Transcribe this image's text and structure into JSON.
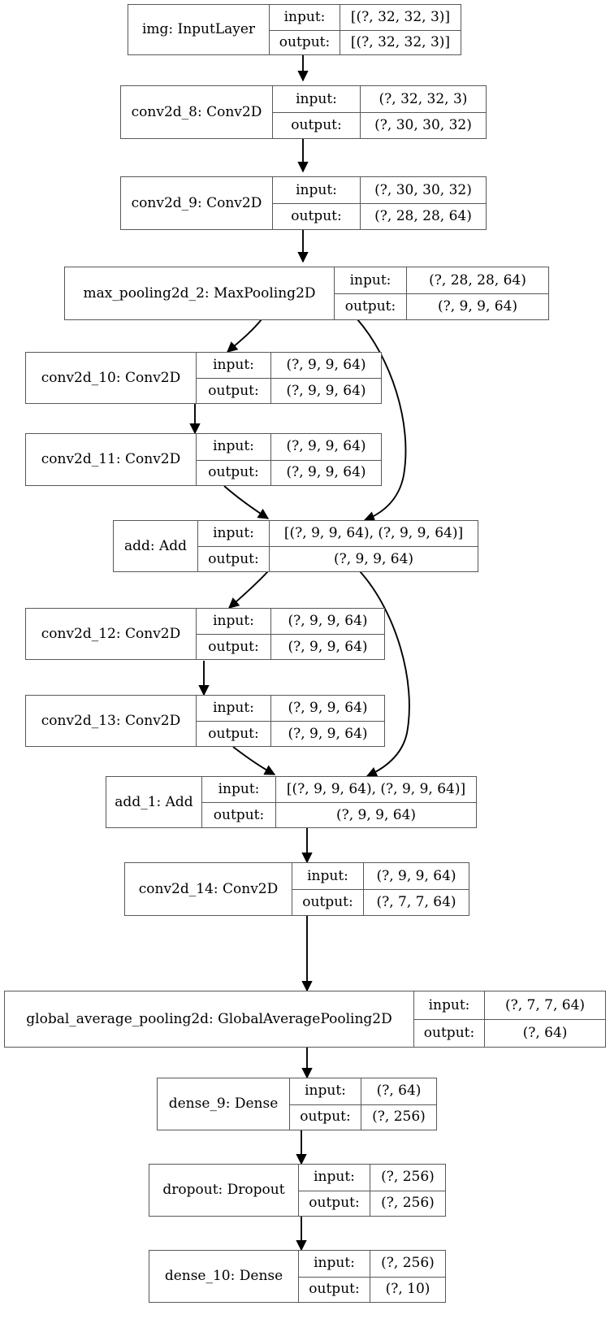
{
  "diagram": {
    "type": "keras-model-graph",
    "orientation": "top-to-bottom",
    "edge_color": "#000000",
    "node_border_color": "#585858",
    "node_fill_color": "#ffffff",
    "row_labels": {
      "input": "input:",
      "output": "output:"
    }
  },
  "nodes": [
    {
      "id": "img",
      "name": "img: InputLayer",
      "input_label": "input:",
      "output_label": "output:",
      "input_shape": "[(?, 32, 32, 3)]",
      "output_shape": "[(?, 32, 32, 3)]"
    },
    {
      "id": "conv2d_8",
      "name": "conv2d_8: Conv2D",
      "input_label": "input:",
      "output_label": "output:",
      "input_shape": "(?, 32, 32, 3)",
      "output_shape": "(?, 30, 30, 32)"
    },
    {
      "id": "conv2d_9",
      "name": "conv2d_9: Conv2D",
      "input_label": "input:",
      "output_label": "output:",
      "input_shape": "(?, 30, 30, 32)",
      "output_shape": "(?, 28, 28, 64)"
    },
    {
      "id": "max_pooling2d_2",
      "name": "max_pooling2d_2: MaxPooling2D",
      "input_label": "input:",
      "output_label": "output:",
      "input_shape": "(?, 28, 28, 64)",
      "output_shape": "(?, 9, 9, 64)"
    },
    {
      "id": "conv2d_10",
      "name": "conv2d_10: Conv2D",
      "input_label": "input:",
      "output_label": "output:",
      "input_shape": "(?, 9, 9, 64)",
      "output_shape": "(?, 9, 9, 64)"
    },
    {
      "id": "conv2d_11",
      "name": "conv2d_11: Conv2D",
      "input_label": "input:",
      "output_label": "output:",
      "input_shape": "(?, 9, 9, 64)",
      "output_shape": "(?, 9, 9, 64)"
    },
    {
      "id": "add",
      "name": "add: Add",
      "input_label": "input:",
      "output_label": "output:",
      "input_shape": "[(?, 9, 9, 64), (?, 9, 9, 64)]",
      "output_shape": "(?, 9, 9, 64)"
    },
    {
      "id": "conv2d_12",
      "name": "conv2d_12: Conv2D",
      "input_label": "input:",
      "output_label": "output:",
      "input_shape": "(?, 9, 9, 64)",
      "output_shape": "(?, 9, 9, 64)"
    },
    {
      "id": "conv2d_13",
      "name": "conv2d_13: Conv2D",
      "input_label": "input:",
      "output_label": "output:",
      "input_shape": "(?, 9, 9, 64)",
      "output_shape": "(?, 9, 9, 64)"
    },
    {
      "id": "add_1",
      "name": "add_1: Add",
      "input_label": "input:",
      "output_label": "output:",
      "input_shape": "[(?, 9, 9, 64), (?, 9, 9, 64)]",
      "output_shape": "(?, 9, 9, 64)"
    },
    {
      "id": "conv2d_14",
      "name": "conv2d_14: Conv2D",
      "input_label": "input:",
      "output_label": "output:",
      "input_shape": "(?, 9, 9, 64)",
      "output_shape": "(?, 7, 7, 64)"
    },
    {
      "id": "global_average_pooling2d",
      "name": "global_average_pooling2d: GlobalAveragePooling2D",
      "input_label": "input:",
      "output_label": "output:",
      "input_shape": "(?, 7, 7, 64)",
      "output_shape": "(?, 64)"
    },
    {
      "id": "dense_9",
      "name": "dense_9: Dense",
      "input_label": "input:",
      "output_label": "output:",
      "input_shape": "(?, 64)",
      "output_shape": "(?, 256)"
    },
    {
      "id": "dropout",
      "name": "dropout: Dropout",
      "input_label": "input:",
      "output_label": "output:",
      "input_shape": "(?, 256)",
      "output_shape": "(?, 256)"
    },
    {
      "id": "dense_10",
      "name": "dense_10: Dense",
      "input_label": "input:",
      "output_label": "output:",
      "input_shape": "(?, 256)",
      "output_shape": "(?, 10)"
    }
  ],
  "edges": [
    {
      "from": "img",
      "to": "conv2d_8",
      "style": "straight"
    },
    {
      "from": "conv2d_8",
      "to": "conv2d_9",
      "style": "straight"
    },
    {
      "from": "conv2d_9",
      "to": "max_pooling2d_2",
      "style": "straight"
    },
    {
      "from": "max_pooling2d_2",
      "to": "conv2d_10",
      "style": "diagonal"
    },
    {
      "from": "max_pooling2d_2",
      "to": "add",
      "style": "skip-curve"
    },
    {
      "from": "conv2d_10",
      "to": "conv2d_11",
      "style": "straight"
    },
    {
      "from": "conv2d_11",
      "to": "add",
      "style": "diagonal"
    },
    {
      "from": "add",
      "to": "conv2d_12",
      "style": "diagonal"
    },
    {
      "from": "add",
      "to": "add_1",
      "style": "skip-curve"
    },
    {
      "from": "conv2d_12",
      "to": "conv2d_13",
      "style": "straight"
    },
    {
      "from": "conv2d_13",
      "to": "add_1",
      "style": "diagonal"
    },
    {
      "from": "add_1",
      "to": "conv2d_14",
      "style": "straight"
    },
    {
      "from": "conv2d_14",
      "to": "global_average_pooling2d",
      "style": "straight"
    },
    {
      "from": "global_average_pooling2d",
      "to": "dense_9",
      "style": "straight"
    },
    {
      "from": "dense_9",
      "to": "dropout",
      "style": "straight"
    },
    {
      "from": "dropout",
      "to": "dense_10",
      "style": "straight"
    }
  ]
}
